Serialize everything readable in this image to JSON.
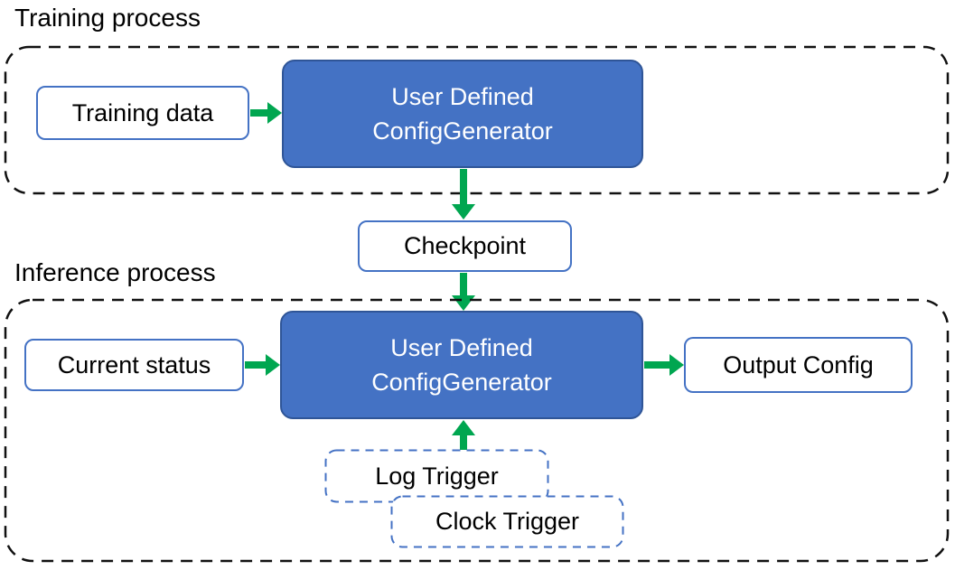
{
  "titles": {
    "training": "Training process",
    "inference": "Inference process"
  },
  "nodes": {
    "training_data": {
      "label": "Training data"
    },
    "generator_training": {
      "line1": "User Defined",
      "line2": "ConfigGenerator"
    },
    "checkpoint": {
      "label": "Checkpoint"
    },
    "current_status": {
      "label": "Current status"
    },
    "generator_inference": {
      "line1": "User Defined",
      "line2": "ConfigGenerator"
    },
    "output_config": {
      "label": "Output Config"
    },
    "log_trigger": {
      "label": "Log Trigger"
    },
    "clock_trigger": {
      "label": "Clock Trigger"
    }
  },
  "colors": {
    "node_fill": "#4472C4",
    "node_border": "#2F5597",
    "outline_blue": "#4472C4",
    "arrow_green": "#00A650",
    "dash_color": "#111111",
    "text_dark": "#000000",
    "text_light": "#FFFFFF"
  }
}
